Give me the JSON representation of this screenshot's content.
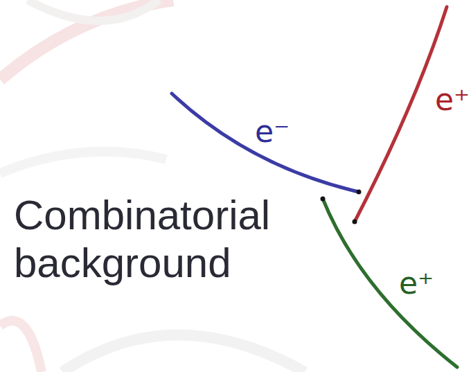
{
  "diagram": {
    "labels": [
      "e⁺",
      "e⁻",
      "Combinatorial background",
      "e⁺"
    ]
  }
}
